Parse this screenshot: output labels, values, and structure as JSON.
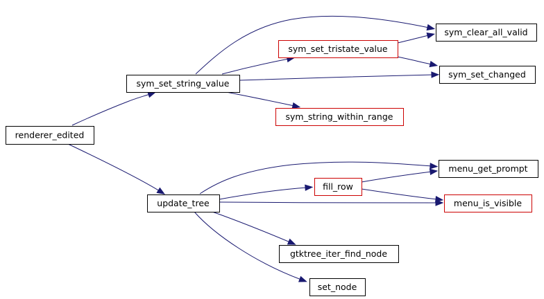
{
  "colors": {
    "edge": "#191970",
    "focus_fill": "#bfbfbf",
    "border_documented": "#000000",
    "border_undocumented": "#cc0000"
  },
  "nodes": {
    "renderer_edited": {
      "label": "renderer_edited",
      "style": "focus"
    },
    "sym_set_string_value": {
      "label": "sym_set_string_value",
      "style": "documented"
    },
    "update_tree": {
      "label": "update_tree",
      "style": "documented"
    },
    "sym_set_tristate_value": {
      "label": "sym_set_tristate_value",
      "style": "undocumented"
    },
    "sym_clear_all_valid": {
      "label": "sym_clear_all_valid",
      "style": "documented"
    },
    "sym_set_changed": {
      "label": "sym_set_changed",
      "style": "documented"
    },
    "sym_string_within_range": {
      "label": "sym_string_within_range",
      "style": "undocumented"
    },
    "fill_row": {
      "label": "fill_row",
      "style": "undocumented"
    },
    "menu_get_prompt": {
      "label": "menu_get_prompt",
      "style": "documented"
    },
    "menu_is_visible": {
      "label": "menu_is_visible",
      "style": "undocumented"
    },
    "gtktree_iter_find_node": {
      "label": "gtktree_iter_find_node",
      "style": "documented"
    },
    "set_node": {
      "label": "set_node",
      "style": "documented"
    }
  },
  "edges": [
    {
      "from": "renderer_edited",
      "to": "sym_set_string_value"
    },
    {
      "from": "renderer_edited",
      "to": "update_tree"
    },
    {
      "from": "sym_set_string_value",
      "to": "sym_clear_all_valid"
    },
    {
      "from": "sym_set_string_value",
      "to": "sym_set_tristate_value"
    },
    {
      "from": "sym_set_string_value",
      "to": "sym_set_changed"
    },
    {
      "from": "sym_set_string_value",
      "to": "sym_string_within_range"
    },
    {
      "from": "sym_set_tristate_value",
      "to": "sym_clear_all_valid"
    },
    {
      "from": "sym_set_tristate_value",
      "to": "sym_set_changed"
    },
    {
      "from": "update_tree",
      "to": "menu_get_prompt"
    },
    {
      "from": "update_tree",
      "to": "fill_row"
    },
    {
      "from": "update_tree",
      "to": "menu_is_visible"
    },
    {
      "from": "update_tree",
      "to": "gtktree_iter_find_node"
    },
    {
      "from": "update_tree",
      "to": "set_node"
    },
    {
      "from": "fill_row",
      "to": "menu_get_prompt"
    },
    {
      "from": "fill_row",
      "to": "menu_is_visible"
    }
  ]
}
